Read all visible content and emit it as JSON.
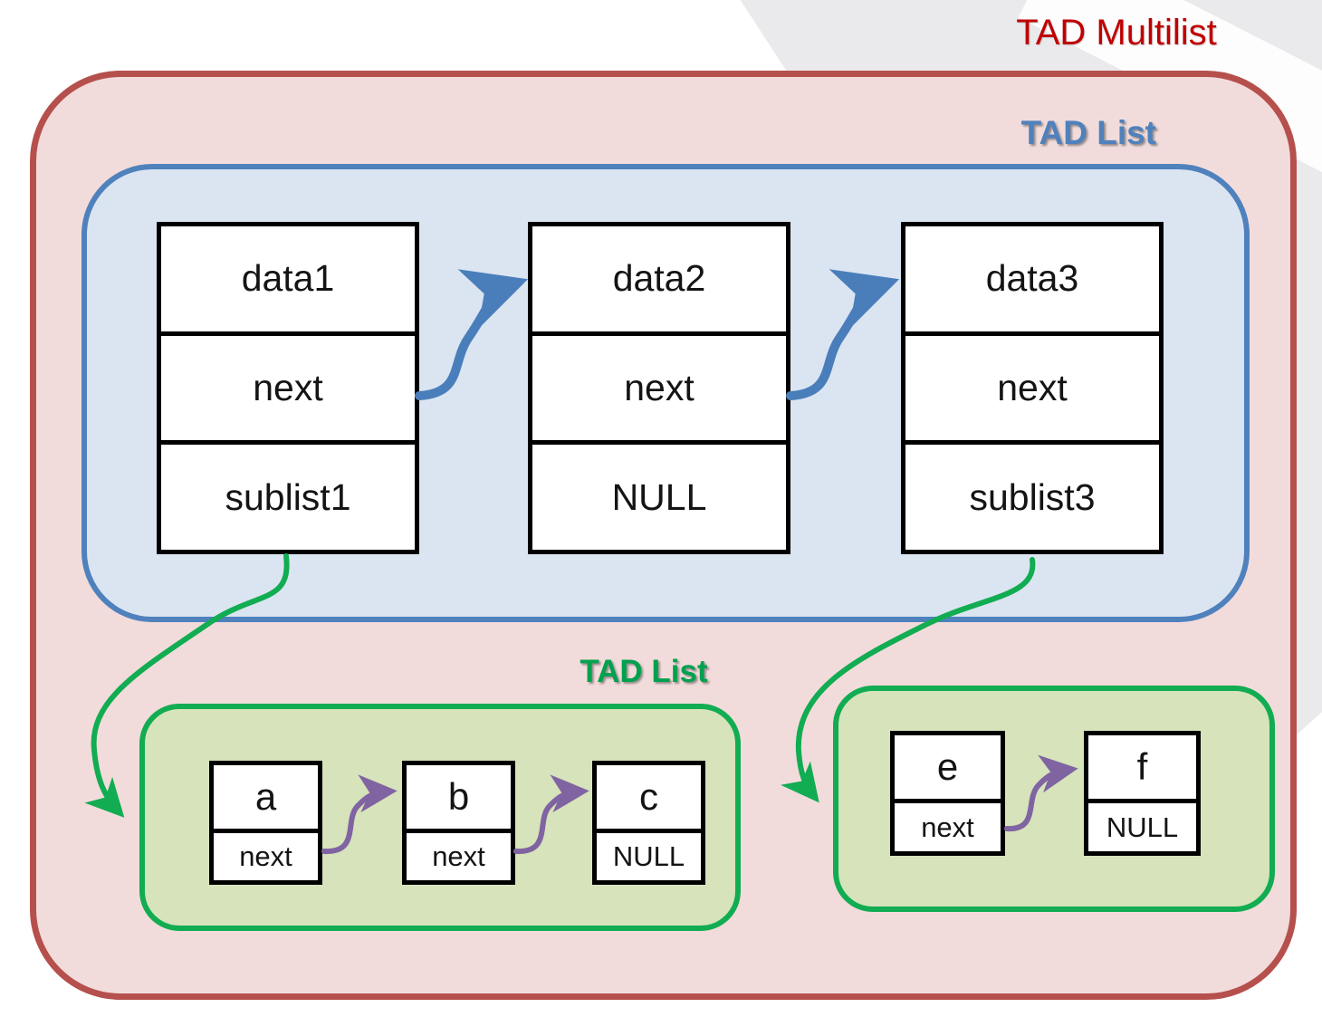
{
  "multilist_label": "TAD Multilist",
  "main_list": {
    "label": "TAD List",
    "nodes": [
      {
        "data": "data1",
        "next": "next",
        "sublist": "sublist1"
      },
      {
        "data": "data2",
        "next": "next",
        "sublist": "NULL"
      },
      {
        "data": "data3",
        "next": "next",
        "sublist": "sublist3"
      }
    ]
  },
  "sublists": {
    "left": {
      "label": "TAD List",
      "nodes": [
        {
          "value": "a",
          "pointer": "next"
        },
        {
          "value": "b",
          "pointer": "next"
        },
        {
          "value": "c",
          "pointer": "NULL"
        }
      ]
    },
    "right": {
      "nodes": [
        {
          "value": "e",
          "pointer": "next"
        },
        {
          "value": "f",
          "pointer": "NULL"
        }
      ]
    }
  },
  "colors": {
    "red_border": "#b5504d",
    "red_text": "#c00000",
    "pink_fill": "#f2dcdb",
    "blue_border": "#4f81bd",
    "blue_fill": "#dbe5f1",
    "blue_text": "#4f81bd",
    "blue_arrow": "#4a7ebb",
    "green_border": "#12ac52",
    "green_fill": "#d6e3bb",
    "green_text": "#00a14e",
    "green_arrow": "#12ac52",
    "purple_arrow": "#8064a2",
    "node_border": "#000000"
  }
}
